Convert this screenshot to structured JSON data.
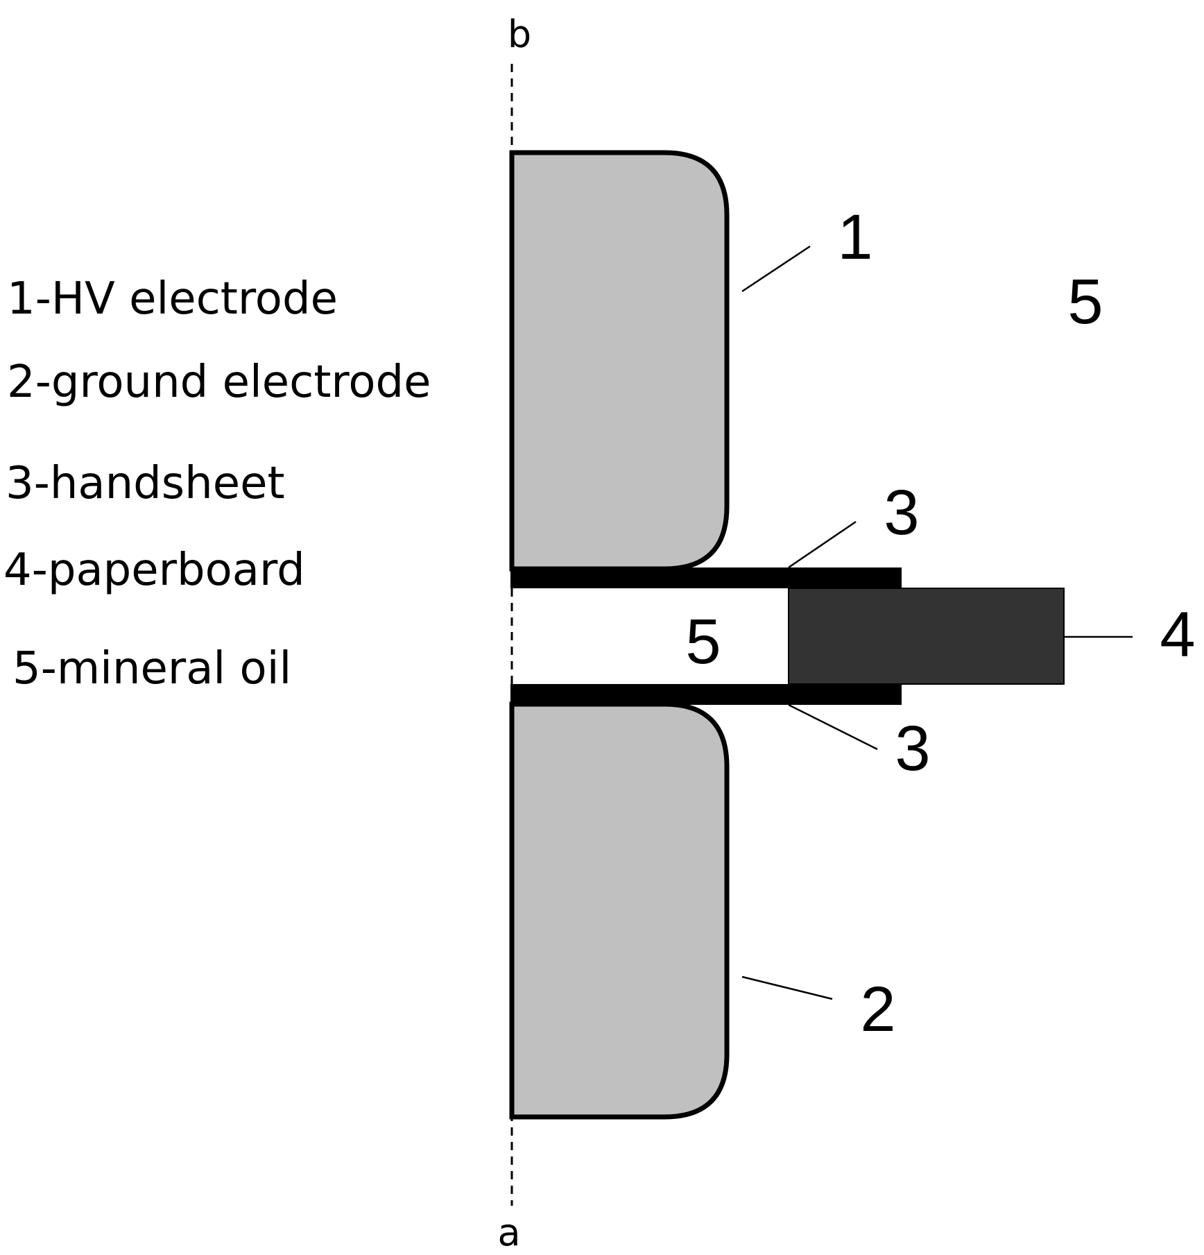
{
  "axis": {
    "top_label": "b",
    "bottom_label": "a"
  },
  "legend": [
    "1-HV electrode",
    "2-ground electrode",
    "3-handsheet",
    "4-paperboard",
    "5-mineral oil"
  ],
  "callouts": {
    "hv_electrode": "1",
    "ground_electrode": "2",
    "handsheet_top": "3",
    "handsheet_bottom": "3",
    "paperboard": "4",
    "oil_gap": "5",
    "oil_bath": "5"
  },
  "colors": {
    "electrode_fill": "#c0c0c0",
    "handsheet": "#000000",
    "paperboard": "#333333",
    "oil": "#ffffff",
    "outline": "#000000"
  }
}
